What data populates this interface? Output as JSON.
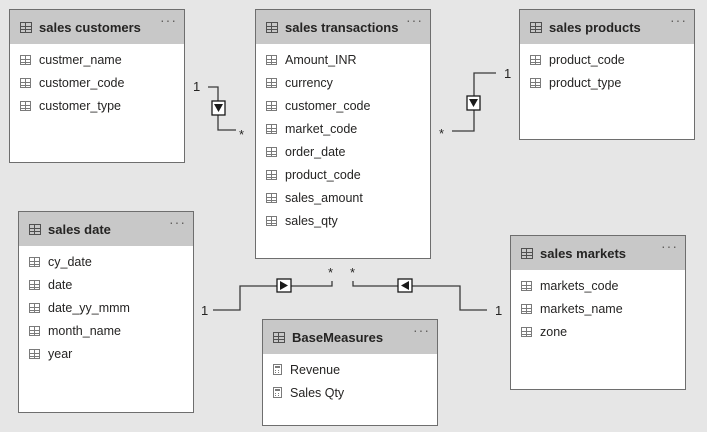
{
  "tables": {
    "sales_customers": {
      "title": "sales customers",
      "more": "···",
      "fields": [
        "custmer_name",
        "customer_code",
        "customer_type"
      ]
    },
    "sales_transactions": {
      "title": "sales transactions",
      "more": "···",
      "fields": [
        "Amount_INR",
        "currency",
        "customer_code",
        "market_code",
        "order_date",
        "product_code",
        "sales_amount",
        "sales_qty"
      ]
    },
    "sales_products": {
      "title": "sales products",
      "more": "···",
      "fields": [
        "product_code",
        "product_type"
      ]
    },
    "sales_date": {
      "title": "sales date",
      "more": "···",
      "fields": [
        "cy_date",
        "date",
        "date_yy_mmm",
        "month_name",
        "year"
      ]
    },
    "sales_markets": {
      "title": "sales markets",
      "more": "···",
      "fields": [
        "markets_code",
        "markets_name",
        "zone"
      ]
    },
    "base_measures": {
      "title": "BaseMeasures",
      "more": "···",
      "fields": [
        "Revenue",
        "Sales Qty"
      ]
    }
  },
  "relationships": {
    "customers": {
      "one": "1",
      "many": "*"
    },
    "products": {
      "one": "1",
      "many": "*"
    },
    "date": {
      "one": "1",
      "many": "*"
    },
    "markets": {
      "one": "1",
      "many": "*"
    }
  }
}
